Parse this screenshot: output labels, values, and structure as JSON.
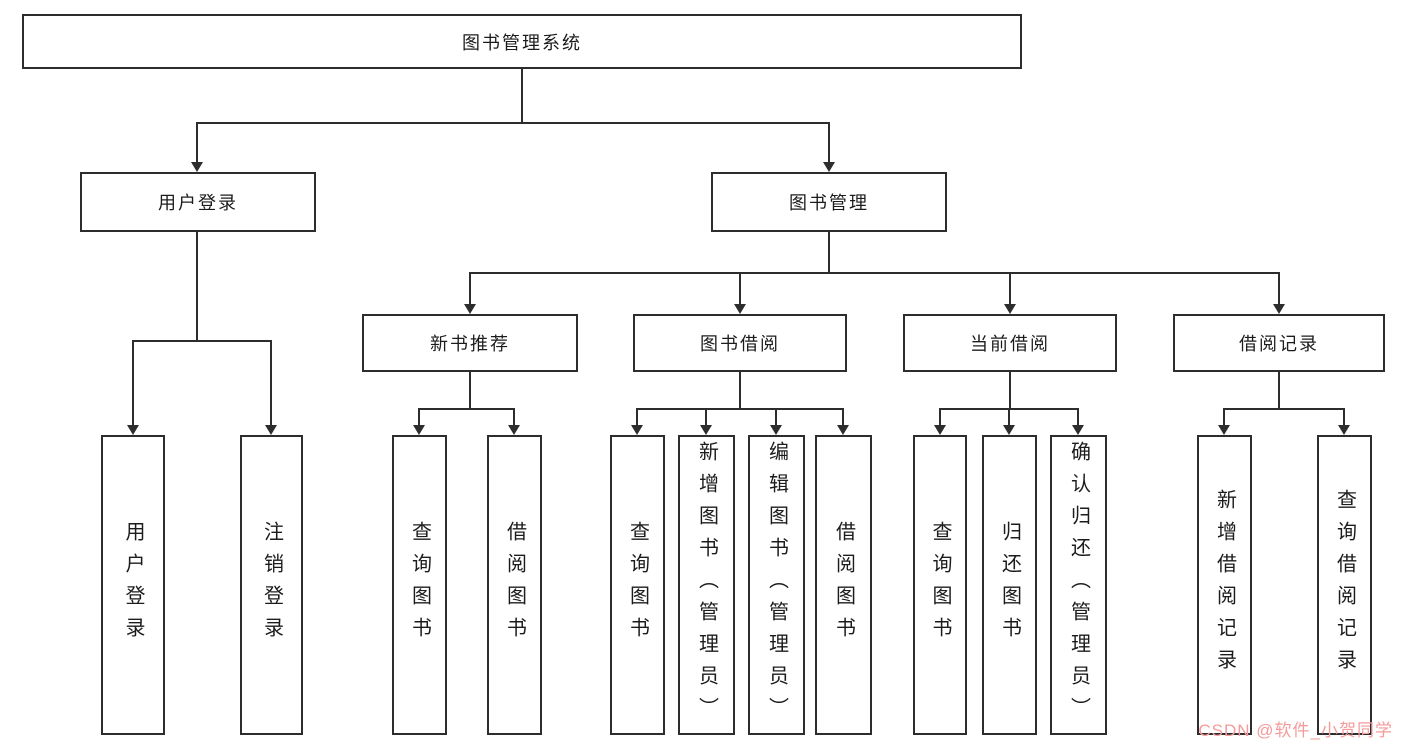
{
  "root": {
    "label": "图书管理系统"
  },
  "level2": [
    {
      "label": "用户登录"
    },
    {
      "label": "图书管理"
    }
  ],
  "level3": [
    {
      "label": "新书推荐"
    },
    {
      "label": "图书借阅"
    },
    {
      "label": "当前借阅"
    },
    {
      "label": "借阅记录"
    }
  ],
  "leaves": [
    {
      "label": "用户登录"
    },
    {
      "label": "注销登录"
    },
    {
      "label": "查询图书"
    },
    {
      "label": "借阅图书"
    },
    {
      "label": "查询图书"
    },
    {
      "label": "新增图书（管理员）"
    },
    {
      "label": "编辑图书（管理员）"
    },
    {
      "label": "借阅图书"
    },
    {
      "label": "查询图书"
    },
    {
      "label": "归还图书"
    },
    {
      "label": "确认归还（管理员）"
    },
    {
      "label": "新增借阅记录"
    },
    {
      "label": "查询借阅记录"
    }
  ],
  "watermark": "CSDN @软件_小贺同学"
}
